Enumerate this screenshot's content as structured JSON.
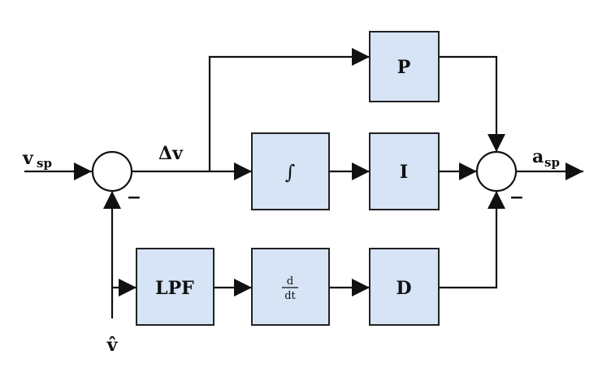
{
  "blocks": {
    "p": "P",
    "integral": "∫",
    "i": "I",
    "lpf": "LPF",
    "deriv_num": "d",
    "deriv_den": "dt",
    "d": "D"
  },
  "signals": {
    "input": "v",
    "input_sub": "sp",
    "error": "Δv",
    "output": "a",
    "output_sub": "sp",
    "feedback": "v̂"
  },
  "signs": {
    "sum1_minus": "−",
    "sum2_minus": "−"
  },
  "colors": {
    "block_fill": "#d6e4f6"
  }
}
